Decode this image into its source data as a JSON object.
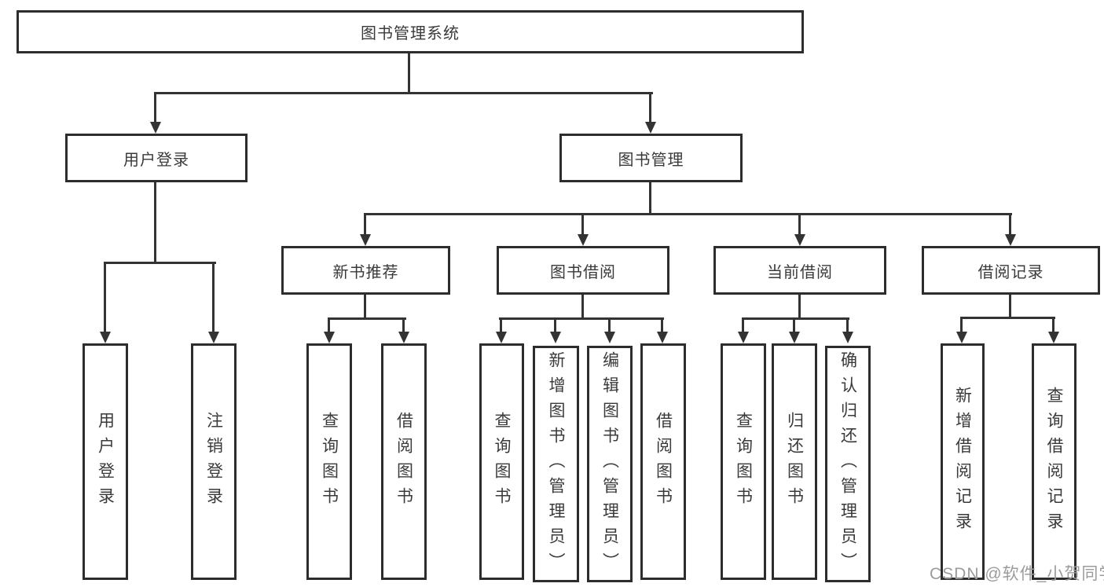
{
  "colors": {
    "background": "#ffffff",
    "box_border": "#2d2d2d",
    "line": "#333333",
    "text": "#3a3a3a",
    "watermark": "#9b9b9b"
  },
  "watermark": "CSDN @软件_小贺同学",
  "tree": {
    "label": "图书管理系统",
    "children": [
      {
        "label": "用户登录",
        "children": [
          {
            "label": "用户登录"
          },
          {
            "label": "注销登录"
          }
        ]
      },
      {
        "label": "图书管理",
        "children": [
          {
            "label": "新书推荐",
            "children": [
              {
                "label": "查询图书"
              },
              {
                "label": "借阅图书"
              }
            ]
          },
          {
            "label": "图书借阅",
            "children": [
              {
                "label": "查询图书"
              },
              {
                "label": "新增图书（管理员）"
              },
              {
                "label": "编辑图书（管理员）"
              },
              {
                "label": "借阅图书"
              }
            ]
          },
          {
            "label": "当前借阅",
            "children": [
              {
                "label": "查询图书"
              },
              {
                "label": "归还图书"
              },
              {
                "label": "确认归还（管理员）"
              }
            ]
          },
          {
            "label": "借阅记录",
            "children": [
              {
                "label": "新增借阅记录"
              },
              {
                "label": "查询借阅记录"
              }
            ]
          }
        ]
      }
    ]
  }
}
